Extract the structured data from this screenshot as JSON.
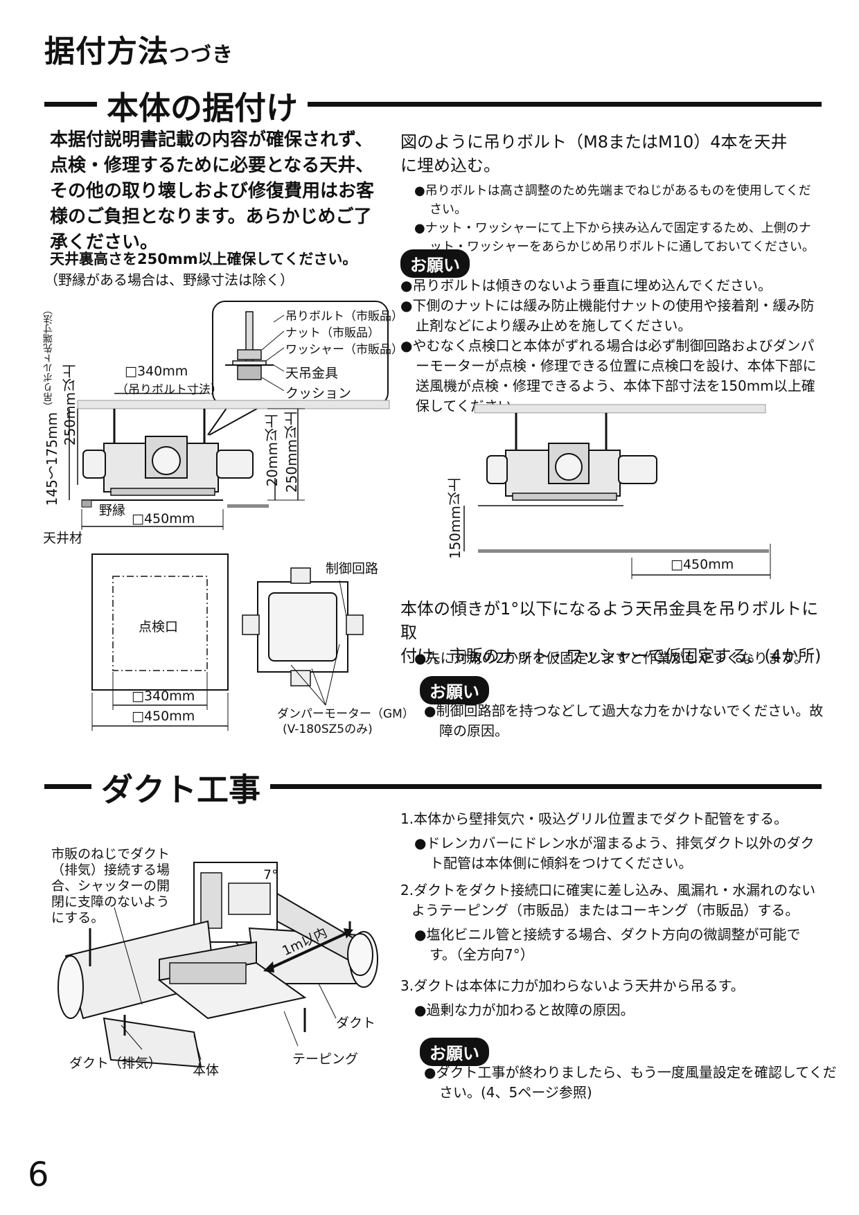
{
  "header": {
    "title": "据付方法",
    "suffix": "つづき"
  },
  "sections": {
    "mount": {
      "title": "本体の据付け"
    },
    "duct": {
      "title": "ダクト工事"
    }
  },
  "mount": {
    "intro": [
      "本据付説明書記載の内容が確保されず、",
      "点検・修理するために必要となる天井、",
      "その他の取り壊しおよび修復費用はお客",
      "様のご負担となります。あらかじめご了",
      "承ください。"
    ],
    "ceiling_note": "天井裏高さを250mm以上確保してください。",
    "ceiling_note2": "（野縁がある場合は、野縁寸法は除く）",
    "bolt_text": [
      "図のように吊りボルト（M8またはM10）4本を天井",
      "に埋め込む。"
    ],
    "bolt_bullets": [
      "●吊りボルトは高さ調整のため先端までねじがあるものを使用してください。",
      "●ナット・ワッシャーにて上下から挟み込んで固定するため、上側のナット・ワッシャーをあらかじめ吊りボルトに通しておいてください。"
    ],
    "request_label": "お願い",
    "request_bullets": [
      "●吊りボルトは傾きのないよう垂直に埋め込んでください。",
      "●下側のナットには緩み防止機能付ナットの使用や接着剤・緩み防止剤などにより緩み止めを施してください。",
      "●やむなく点検口と本体がずれる場合は必ず制御回路およびダンパーモーターが点検・修理できる位置に点検口を設け、本体下部に送風機が点検・修理できるよう、本体下部寸法を150mm以上確保してください。"
    ],
    "tilt_text": [
      "本体の傾きが1°以下になるよう天吊金具を吊りボルトに取",
      "付け、市販のナット・ワッシャーで仮固定する。(4か所)"
    ],
    "tilt_bullet": "●先に対角の2か所を仮固定しますと作業がしやすくなります。",
    "request2_label": "お願い",
    "request2_bullet": "●制御回路部を持つなどして過大な力をかけないでください。故障の原因。"
  },
  "diagram1": {
    "callout": [
      "吊りボルト（市販品）",
      "ナット（市販品）",
      "ワッシャー（市販品）",
      "天吊金具",
      "クッション"
    ],
    "dim_340": "□340mm",
    "dim_340_sub": "（吊りボルト寸法）",
    "dim_450": "□450mm",
    "v_145": "145～175mm",
    "v_145_sub": "（吊りボルト先端寸法）",
    "v_250a": "250mm以上",
    "v_20": "20mm以上",
    "v_250b": "250mm以上",
    "nobuchi": "野縁",
    "tenjo": "天井材"
  },
  "diagram2": {
    "v_150": "150mm以上",
    "dim_450": "□450mm"
  },
  "diagram3": {
    "inspect": "点検口",
    "dim_340": "□340mm",
    "dim_450": "□450mm",
    "control": "制御回路",
    "damper": "ダンパーモーター（GM）",
    "damper_sub": "(V-180SZ5のみ)"
  },
  "duct": {
    "steps": [
      {
        "text": "1.本体から壁排気穴・吸込グリル位置までダクト配管をする。",
        "bullets": [
          "●ドレンカバーにドレン水が溜まるよう、排気ダクト以外のダクト配管は本体側に傾斜をつけてください。"
        ]
      },
      {
        "text": "2.ダクトをダクト接続口に確実に差し込み、風漏れ・水漏れのないようテーピング（市販品）またはコーキング（市販品）する。",
        "bullets": [
          "●塩化ビニル管と接続する場合、ダクト方向の微調整が可能です。（全方向7°）"
        ]
      },
      {
        "text": "3.ダクトは本体に力が加わらないよう天井から吊るす。",
        "bullets": [
          "●過剰な力が加わると故障の原因。"
        ]
      }
    ],
    "request_label": "お願い",
    "request_bullet": "●ダクト工事が終わりましたら、もう一度風量設定を確認してください。(4、5ページ参照)"
  },
  "diagram4": {
    "note": [
      "市販のねじでダクト",
      "（排気）接続する場",
      "合、シャッターの開",
      "閉に支障のないよう",
      "にする。"
    ],
    "angle": "7°",
    "within": "1m以内",
    "duct": "ダクト",
    "duct_exhaust": "ダクト（排気）",
    "body": "本体",
    "taping": "テーピング"
  },
  "page_number": "6"
}
